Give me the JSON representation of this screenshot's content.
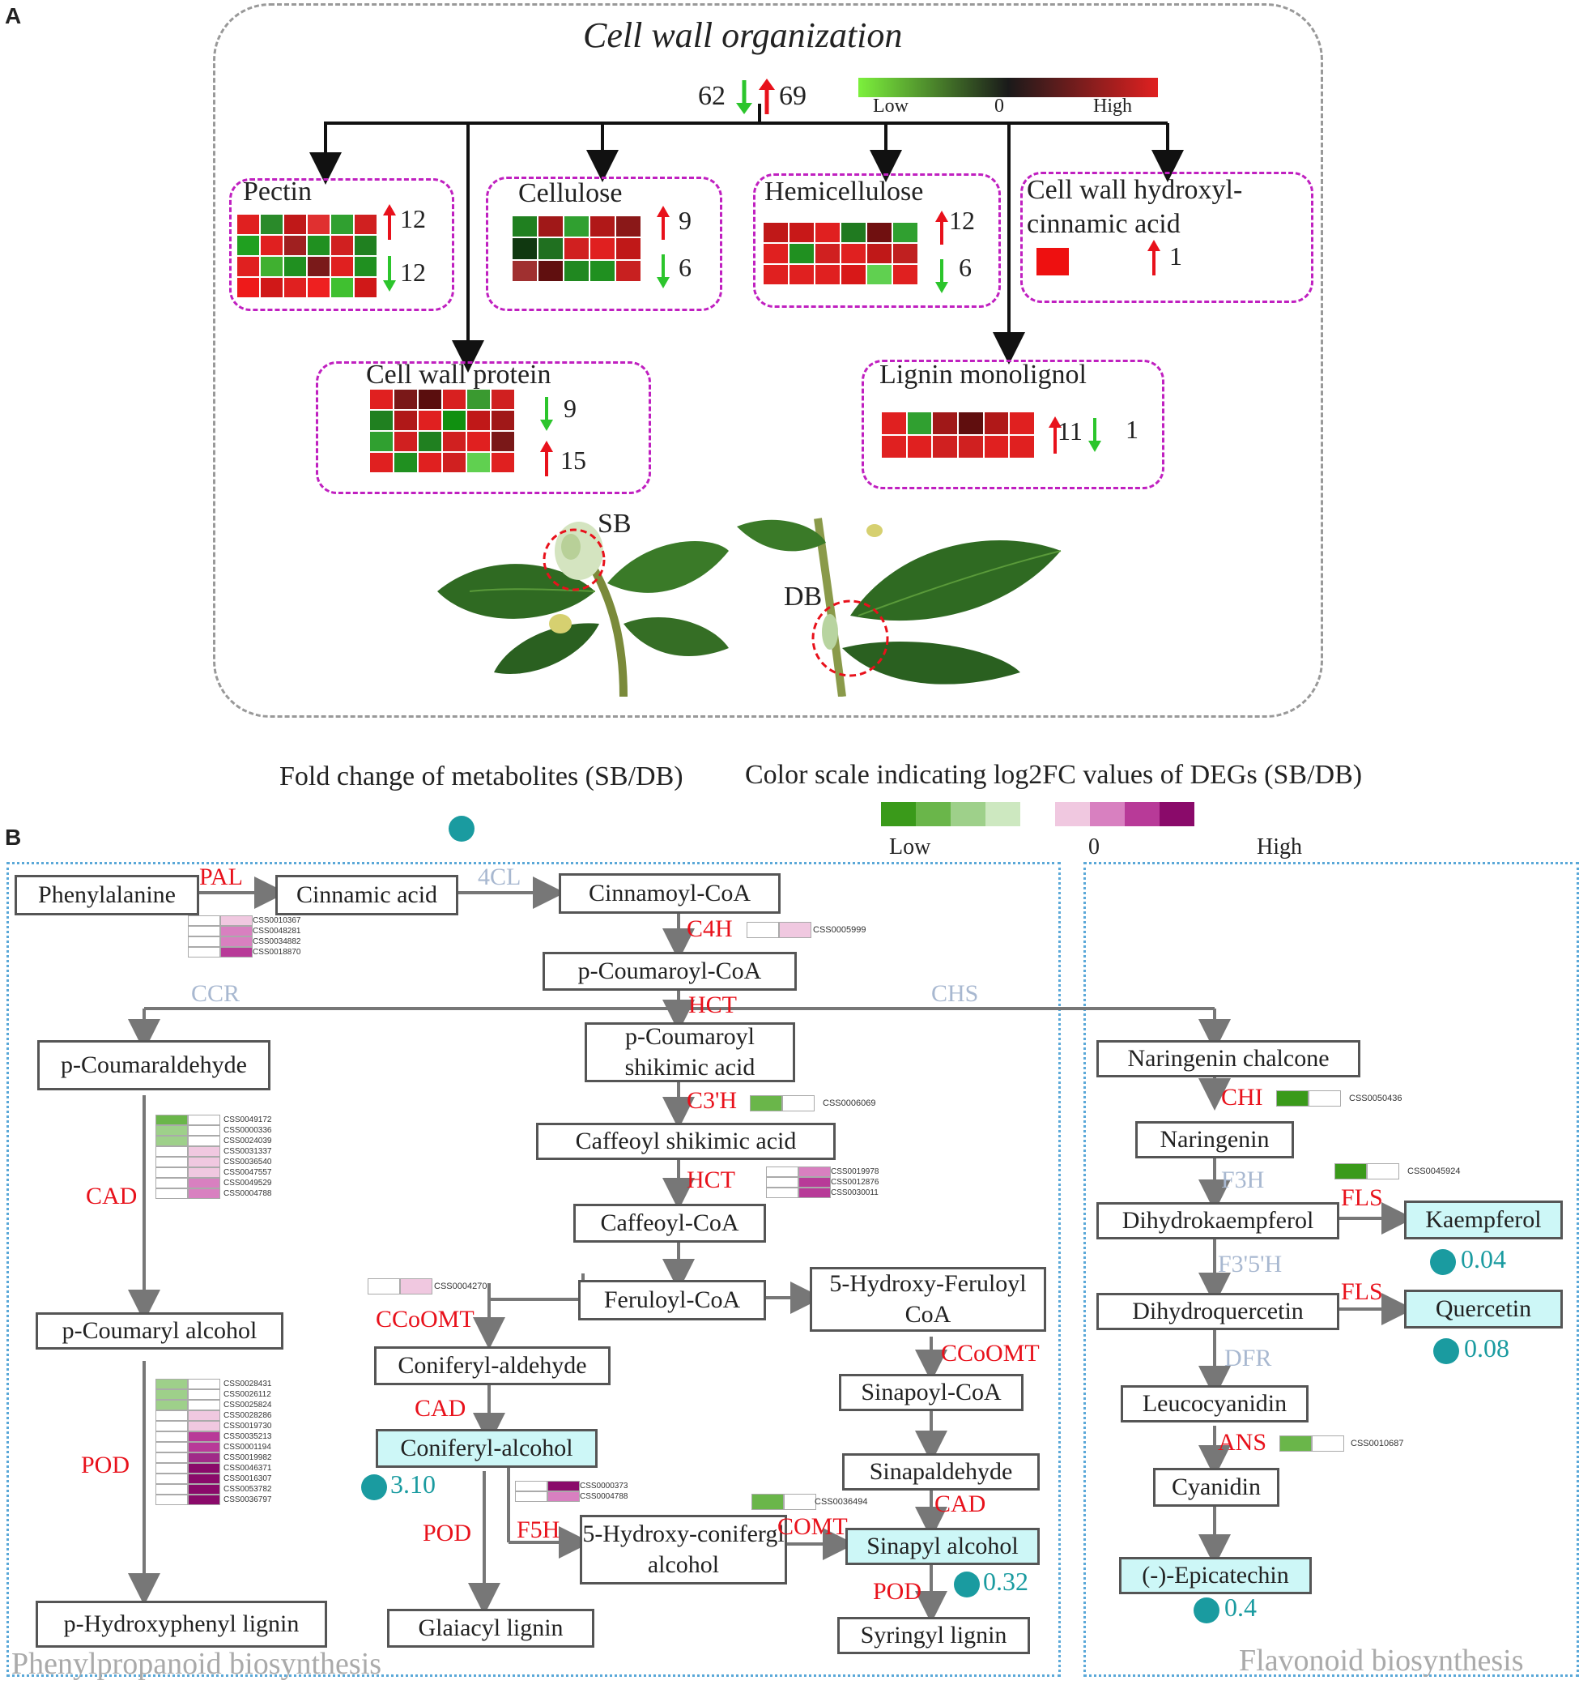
{
  "panel_a": {
    "letter": "A",
    "title": "Cell wall organization",
    "total_down": "62",
    "total_up": "69",
    "legend": {
      "low": "Low",
      "zero": "0",
      "high": "High"
    },
    "boxes": {
      "pectin": {
        "name": "Pectin",
        "up": "12",
        "down": "12",
        "cells": [
          [
            "#e02020",
            "#2a8a2a",
            "#c01818",
            "#e03030",
            "#30a030",
            "#d02020"
          ],
          [
            "#20a020",
            "#e02020",
            "#a02020",
            "#209020",
            "#d02020",
            "#208020"
          ],
          [
            "#e02020",
            "#40b030",
            "#209020",
            "#7a1a1a",
            "#e02020",
            "#209020"
          ],
          [
            "#ee1a1a",
            "#d01818",
            "#e02020",
            "#ee2020",
            "#40c030",
            "#d01818"
          ]
        ]
      },
      "cellulose": {
        "name": "Cellulose",
        "up": "9",
        "down": "6",
        "cells": [
          [
            "#208020",
            "#a01818",
            "#30a030",
            "#b01818",
            "#8a1818"
          ],
          [
            "#103810",
            "#207020",
            "#d02020",
            "#e02020",
            "#c01818"
          ],
          [
            "#a03030",
            "#600f0f",
            "#208820",
            "#209020",
            "#c82020"
          ]
        ]
      },
      "hemicellulose": {
        "name": "Hemicellulose",
        "up": "12",
        "down": "6",
        "cells": [
          [
            "#c01818",
            "#c81818",
            "#e02020",
            "#207a20",
            "#701010",
            "#30a030"
          ],
          [
            "#e02020",
            "#209020",
            "#d02020",
            "#e02020",
            "#c01818",
            "#c02020"
          ],
          [
            "#e02020",
            "#e02020",
            "#e02020",
            "#d81818",
            "#60d050",
            "#e02020"
          ]
        ]
      },
      "hydroxyl": {
        "name": "Cell wall hydroxyl-cinnamic acid",
        "up": "1"
      },
      "protein": {
        "name": "Cell wall protein",
        "down": "9",
        "up": "15",
        "cells": [
          [
            "#e02020",
            "#7a1818",
            "#5a0e0e",
            "#d82020",
            "#3a9a30",
            "#d02020"
          ],
          [
            "#208020",
            "#b01818",
            "#e02020",
            "#109010",
            "#c01818",
            "#a01818"
          ],
          [
            "#30a030",
            "#d02020",
            "#208020",
            "#d02020",
            "#e02020",
            "#7a1818"
          ],
          [
            "#e02020",
            "#209020",
            "#e02020",
            "#d02020",
            "#60d050",
            "#e02020"
          ]
        ]
      },
      "lignin": {
        "name": "Lignin monolignol",
        "up": "11",
        "down": "1",
        "cells": [
          [
            "#e02020",
            "#30a030",
            "#a01818",
            "#600e0e",
            "#b01818",
            "#e02020"
          ],
          [
            "#e02020",
            "#e02020",
            "#d02020",
            "#d02020",
            "#e02020",
            "#e02020"
          ]
        ]
      }
    },
    "photos": {
      "sb": "SB",
      "db": "DB"
    }
  },
  "legend_b": {
    "metabolite_label": "Fold change of metabolites (SB/DB)",
    "deg_label": "Color scale indicating log2FC values of DEGs (SB/DB)",
    "low": "Low",
    "zero": "0",
    "high": "High",
    "scale_colors": [
      "#3a9a1a",
      "#6ab64a",
      "#9ed08a",
      "#cde8c0",
      "#ffffff",
      "#f0c8e0",
      "#d880c0",
      "#b83a98",
      "#8a0a6a"
    ]
  },
  "panel_b": {
    "letter": "B",
    "nodes": {
      "phenylalanine": "Phenylalanine",
      "cinnamic": "Cinnamic acid",
      "cinnamoyl": "Cinnamoyl-CoA",
      "pcoumaroyl_coa": "p-Coumaroyl-CoA",
      "pcoumaraldehyde": "p-Coumaraldehyde",
      "pcoumaroyl_shik": "p-Coumaroyl shikimic acid",
      "caffeoyl_shik": "Caffeoyl shikimic acid",
      "caffeoyl_coa": "Caffeoyl-CoA",
      "feruloyl_coa": "Feruloyl-CoA",
      "hydroxyferuloyl": "5-Hydroxy-Feruloyl CoA",
      "coniferyl_ald": "Coniferyl-aldehyde",
      "coniferyl_alc": "Coniferyl-alcohol",
      "sinapoyl_coa": "Sinapoyl-CoA",
      "sinapaldehyde": "Sinapaldehyde",
      "sinapyl_alc": "Sinapyl alcohol",
      "hydroxyconiferyl": "5-Hydroxy-conifergl alcohol",
      "pcoumaryl_alc": "p-Coumaryl alcohol",
      "phydroxyphenyl": "p-Hydroxyphenyl lignin",
      "guaiacyl": "Glaiacyl lignin",
      "syringyl": "Syringyl lignin",
      "naringenin_ch": "Naringenin chalcone",
      "naringenin": "Naringenin",
      "dihydrokaempferol": "Dihydrokaempferol",
      "kaempferol": "Kaempferol",
      "dihydroquercetin": "Dihydroquercetin",
      "quercetin": "Quercetin",
      "leucocyanidin": "Leucocyanidin",
      "cyanidin": "Cyanidin",
      "epicatechin": "(-)-Epicatechin"
    },
    "enzymes": {
      "pal": "PAL",
      "c4cl": "4CL",
      "c4h": "C4H",
      "ccr": "CCR",
      "hct1": "HCT",
      "chs": "CHS",
      "c3h": "C3'H",
      "hct2": "HCT",
      "cad1": "CAD",
      "pod1": "POD",
      "ccoomt1": "CCoOMT",
      "cad2": "CAD",
      "ccoomt2": "CCoOMT",
      "cad3": "CAD",
      "pod2": "POD",
      "f5h": "F5H",
      "comt": "COMT",
      "pod3": "POD",
      "chi": "CHI",
      "f3h": "F3H",
      "fls1": "FLS",
      "f35h": "F3'5'H",
      "fls2": "FLS",
      "dfr": "DFR",
      "ans": "ANS"
    },
    "values": {
      "coniferyl": "3.10",
      "sinapyl": "0.32",
      "kaempferol": "0.04",
      "quercetin": "0.08",
      "epicatechin": "0.4"
    },
    "titles": {
      "phenyl": "Phenylpropanoid biosynthesis",
      "flavonoid": "Flavonoid biosynthesis"
    },
    "genes": {
      "pal": {
        "ids": [
          "CSS0010367",
          "CSS0048281",
          "CSS0034882",
          "CSS0018870"
        ],
        "colors": [
          "#f0c8e0",
          "#d880c0",
          "#d880c0",
          "#b83a98"
        ]
      },
      "c4h": {
        "ids": [
          "CSS0005999"
        ],
        "colors": [
          "#f0c8e0"
        ]
      },
      "c3h": {
        "ids": [
          "CSS0006069"
        ],
        "colors": [
          "#6ab64a"
        ]
      },
      "cad_left": {
        "ids": [
          "CSS0049172",
          "CSS0000336",
          "CSS0024039",
          "CSS0031337",
          "CSS0036540",
          "CSS0047557",
          "CSS0049529",
          "CSS0004788"
        ],
        "colors": [
          "#6ab64a",
          "#9ed08a",
          "#9ed08a",
          "#f0c8e0",
          "#f0c8e0",
          "#f0c8e0",
          "#d880c0",
          "#d880c0"
        ],
        "left": [
          true,
          true,
          true,
          false,
          false,
          false,
          false,
          false
        ]
      },
      "hct2": {
        "ids": [
          "CSS0019978",
          "CSS0012876",
          "CSS0030011"
        ],
        "colors": [
          "#d880c0",
          "#b83a98",
          "#b83a98"
        ]
      },
      "ccoomt": {
        "ids": [
          "CSS0004270"
        ],
        "colors": [
          "#f0c8e0"
        ]
      },
      "pod_left": {
        "ids": [
          "CSS0028431",
          "CSS0026112",
          "CSS0025824",
          "CSS0028286",
          "CSS0019730",
          "CSS0035213",
          "CSS0001194",
          "CSS0019982",
          "CSS0046371",
          "CSS0016307",
          "CSS0053782",
          "CSS0036797"
        ],
        "colors": [
          "#9ed08a",
          "#9ed08a",
          "#9ed08a",
          "#f0c8e0",
          "#f0c8e0",
          "#b83a98",
          "#b83a98",
          "#a02a88",
          "#8a0a6a",
          "#8a0a6a",
          "#8a0a6a",
          "#8a0a6a"
        ],
        "left": [
          true,
          true,
          true,
          false,
          false,
          false,
          false,
          false,
          false,
          false,
          false,
          false
        ]
      },
      "f5h": {
        "ids": [
          "CSS0000373",
          "CSS0004788"
        ],
        "colors": [
          "#8a0a6a",
          "#d880c0"
        ]
      },
      "comt": {
        "ids": [
          "CSS0036494"
        ],
        "colors": [
          "#6ab64a"
        ]
      },
      "chi": {
        "ids": [
          "CSS0050436"
        ],
        "colors": [
          "#3a9a1a"
        ]
      },
      "f3h": {
        "ids": [
          "CSS0045924"
        ],
        "colors": [
          "#3a9a1a"
        ]
      },
      "ans": {
        "ids": [
          "CSS0010687"
        ],
        "colors": [
          "#6ab64a"
        ]
      }
    }
  }
}
